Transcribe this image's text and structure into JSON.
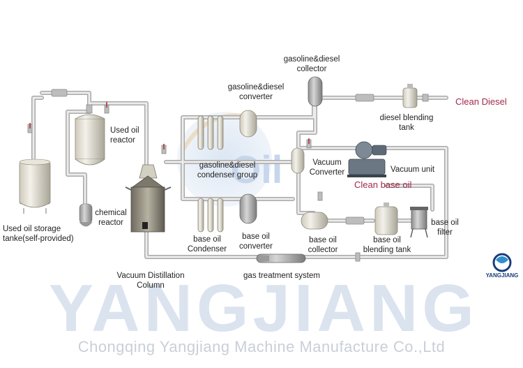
{
  "watermark": {
    "brand": "YANGJIANG",
    "company": "Chongqing Yangjiang Machine Manufacture Co.,Ltd",
    "center_text": "Oil"
  },
  "logo": {
    "text": "YANGJIANG"
  },
  "labels": {
    "gasoline_diesel_collector": [
      "gasoline&diesel",
      "collector"
    ],
    "gasoline_diesel_converter": [
      "gasoline&diesel",
      "converter"
    ],
    "clean_diesel": "Clean Diesel",
    "diesel_blending_tank": [
      "diesel blending",
      "tank"
    ],
    "used_oil_reactor": [
      "Used oil",
      "reactor"
    ],
    "gasoline_diesel_condenser_group": [
      "gasoline&diesel",
      "condenser group"
    ],
    "vacuum_converter": [
      "Vacuum",
      "Converter"
    ],
    "vacuum_unit": "Vacuum  unit",
    "clean_base_oil": "Clean base oil",
    "chemical_reactor": [
      "chemical",
      "reactor"
    ],
    "base_oil_filter": [
      "base oil",
      "filter"
    ],
    "used_oil_storage_tank": [
      "Used oil storage",
      "tanke(self-provided)"
    ],
    "base_oil_condenser": [
      "base oil",
      "Condenser"
    ],
    "base_oil_converter": [
      "base oil",
      "converter"
    ],
    "base_oil_collector": [
      "base oil",
      "collector"
    ],
    "base_oil_blending_tank": [
      "base oil",
      "blending tank"
    ],
    "vacuum_distillation_column": [
      "Vacuum Distillation",
      "Column"
    ],
    "gas_treatment_system": "gas treatment system"
  },
  "colors": {
    "pipe": "#e6e6e6",
    "pipe_edge": "#a9a9a9",
    "accent_red": "#a0294a",
    "watermark": "#dbe3ef",
    "logo_blue": "#1a3d7a"
  }
}
